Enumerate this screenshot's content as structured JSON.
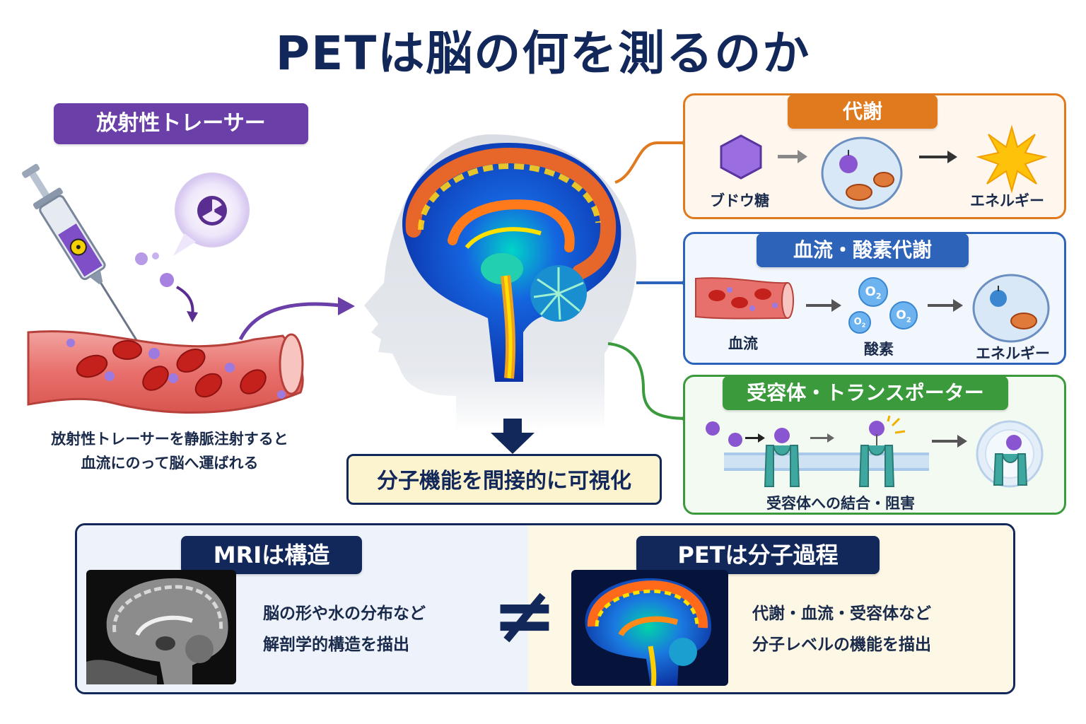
{
  "title": "PETは脳の何を測るのか",
  "tracer": {
    "heading": "放射性トレーサー",
    "caption_line1": "放射性トレーサーを静脈注射すると",
    "caption_line2": "血流にのって脳へ運ばれる"
  },
  "center": {
    "result": "分子機能を間接的に可視化"
  },
  "panels": {
    "metabolism": {
      "heading": "代謝",
      "label_glucose": "ブドウ糖",
      "label_energy": "エネルギー"
    },
    "bloodflow": {
      "heading": "血流・酸素代謝",
      "label_blood": "血流",
      "label_oxygen": "酸素",
      "label_energy": "エネルギー",
      "o2_symbol": "O",
      "o2_sub": "2"
    },
    "receptor": {
      "heading": "受容体・トランスポーター",
      "label_binding": "受容体への結合・阻害"
    }
  },
  "comparison": {
    "mri_heading": "MRIは構造",
    "mri_line1": "脳の形や水の分布など",
    "mri_line2": "解剖学的構造を描出",
    "not_equal": "≠",
    "pet_heading": "PETは分子過程",
    "pet_line1": "代謝・血流・受容体など",
    "pet_line2": "分子レベルの機能を描出"
  },
  "colors": {
    "navy": "#13285a",
    "purple": "#6a3fa8",
    "orange": "#e07a1f",
    "blue": "#2d63b8",
    "green": "#3a9a3c"
  }
}
